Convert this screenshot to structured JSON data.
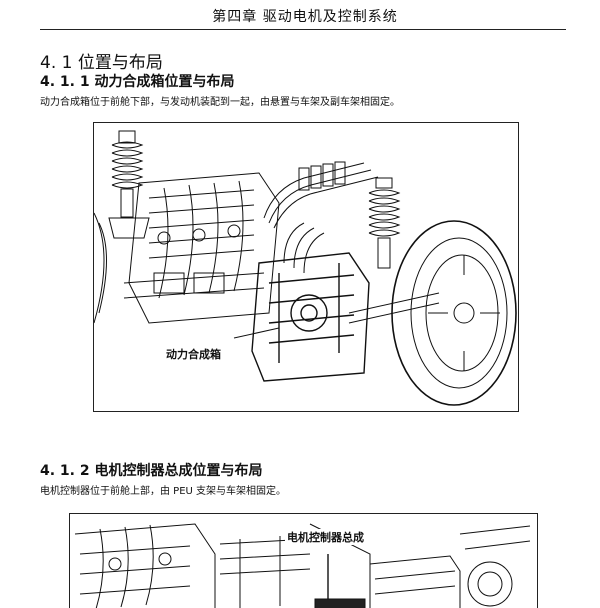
{
  "header": {
    "chapter_title": "第四章  驱动电机及控制系统"
  },
  "section_4_1": {
    "title": "4. 1 位置与布局",
    "subsection_4_1_1": {
      "title": "4. 1. 1 动力合成箱位置与布局",
      "text": "动力合成箱位于前舱下部，与发动机装配到一起，由悬置与车架及副车架相固定。",
      "figure_label": "动力合成箱"
    },
    "subsection_4_1_2": {
      "title": "4. 1. 2 电机控制器总成位置与布局",
      "text": "电机控制器位于前舱上部，由 PEU 支架与车架相固定。",
      "figure_label": "电机控制器总成"
    }
  }
}
